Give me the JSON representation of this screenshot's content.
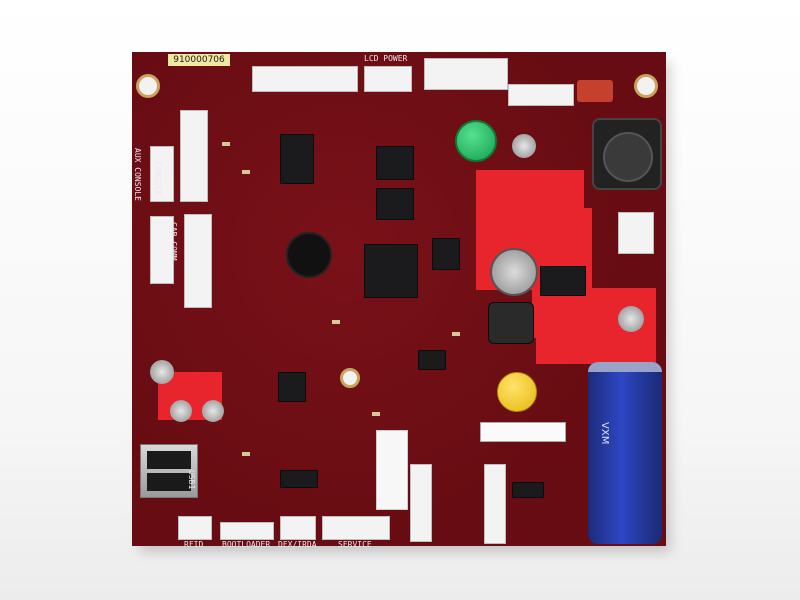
{
  "photo": {
    "subject": "Printed circuit board",
    "board_id_sticker": "910000706",
    "silkscreen": {
      "lcd_power": "LCD POWER",
      "console": "CONSOLE",
      "aux_console": "AUX CONSOLE",
      "cab_comm": "CAB COMM",
      "rfid": "RFID",
      "bootloader": "BOOTLOADER",
      "dex_irda": "DEX/IRDA",
      "service": "SERVICE",
      "usb": "USB1"
    },
    "capacitor_label": "VXM",
    "green_button_color": "#1fb35a",
    "yellow_button_color": "#f0c419",
    "board_color": "#6e0e14",
    "accent_red": "#e8242c"
  }
}
